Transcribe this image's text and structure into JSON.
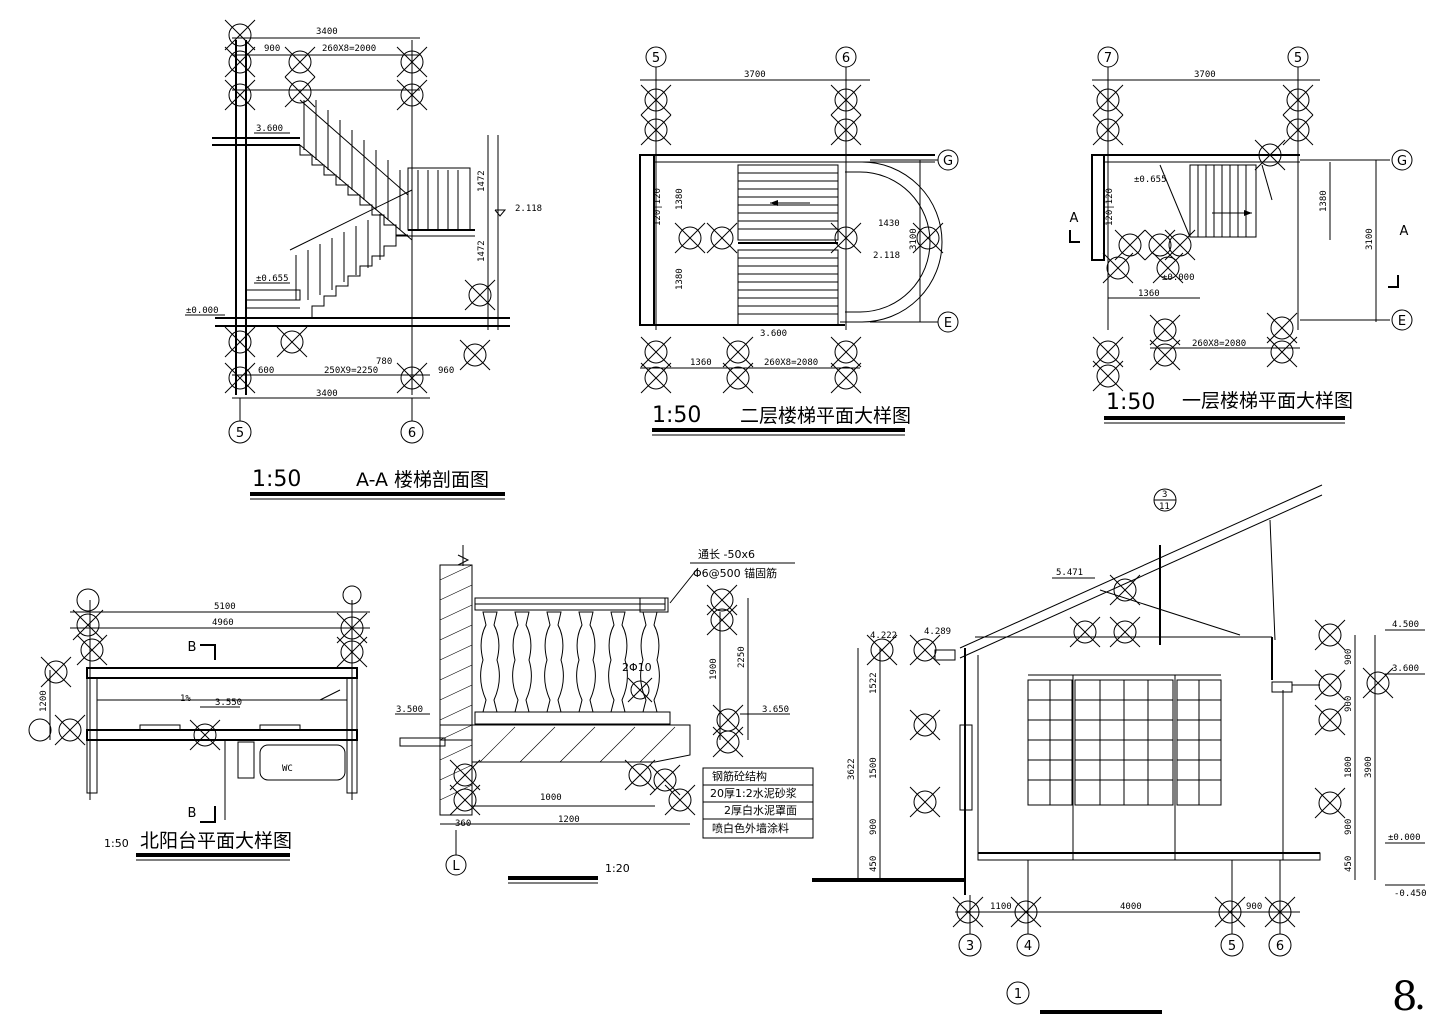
{
  "views": {
    "section_aa": {
      "scale": "1:50",
      "title": "A-A 楼梯剖面图",
      "dims": {
        "top_total": "3400",
        "top_left": "900",
        "top_run": "260X8=2000",
        "bottom_total": "3400",
        "bottom_left": "600",
        "bottom_run": "250X9=2250",
        "bottom_right": "960",
        "mid_width": "780"
      },
      "levels": {
        "upper": "3.600",
        "landing": "2.118",
        "lower": "±0.655",
        "ground": "±0.000"
      },
      "heights": {
        "upper_flight": "1472",
        "lower_flight": "1472"
      },
      "axes": [
        "5",
        "6"
      ]
    },
    "plan_second": {
      "scale": "1:50",
      "title": "二层楼梯平面大样图",
      "dims": {
        "top": "3700",
        "bottom_left": "1360",
        "bottom_run": "260X8=2080",
        "left_top": "1380",
        "left_bottom": "1380",
        "bay": "1430",
        "side": "3100",
        "wall": "120|120"
      },
      "levels": {
        "landing": "2.118",
        "floor": "3.600"
      },
      "axes_top": [
        "5",
        "6"
      ],
      "axes_right": [
        "G",
        "E"
      ]
    },
    "plan_first": {
      "scale": "1:50",
      "title": "一层楼梯平面大样图",
      "dims": {
        "top": "3700",
        "bottom_left": "1360",
        "bottom_run": "260X8=2080",
        "right": "1380",
        "side": "3100",
        "wall": "120|120"
      },
      "levels": {
        "step": "±0.655",
        "ground": "±0.000"
      },
      "axes_top": [
        "7",
        "5"
      ],
      "axes_right": [
        "G",
        "E"
      ],
      "section_mark": "A"
    },
    "north_balcony": {
      "scale": "1:50",
      "title": "北阳台平面大样图",
      "dims": {
        "overall": "5100",
        "inner": "4960",
        "depth": "1200",
        "slope": "1%"
      },
      "level": "3.550",
      "room": "WC",
      "section_mark": "B"
    },
    "railing_detail": {
      "scale": "1:20",
      "notes": {
        "top_bar": "通长 -50x6",
        "anchor": "Φ6@500 锚固筋",
        "rebar": "2Φ10"
      },
      "layers": [
        "钢筋砼结构",
        "20厚1:2水泥砂浆",
        "2厚白水泥罩面",
        "喷白色外墙涂料"
      ],
      "dims": {
        "height_total": "2250",
        "height_rail": "1900",
        "span_inner": "1000",
        "span_outer": "1200",
        "edge": "360"
      },
      "levels": {
        "top": "3.500",
        "slab": "3.650"
      },
      "axis": "L"
    },
    "elevation": {
      "levels": {
        "ridge": "5.471",
        "eave_left": "4.222",
        "eave_mid": "4.289",
        "roof": "4.500",
        "floor": "3.600",
        "ground": "±0.000",
        "grade": "-0.450"
      },
      "dims_left": [
        "1522",
        "1500",
        "900",
        "450"
      ],
      "dims_left_total": "3622",
      "dims_right": [
        "900",
        "900",
        "1800",
        "900",
        "450"
      ],
      "dims_right_total": "3900",
      "dims_bottom": [
        "1100",
        "4000",
        "900"
      ],
      "axes": [
        "3",
        "4",
        "5",
        "6"
      ],
      "callout_axis": "3",
      "callout_sheet": "11",
      "mark": "1"
    }
  },
  "sheet_number": "8"
}
